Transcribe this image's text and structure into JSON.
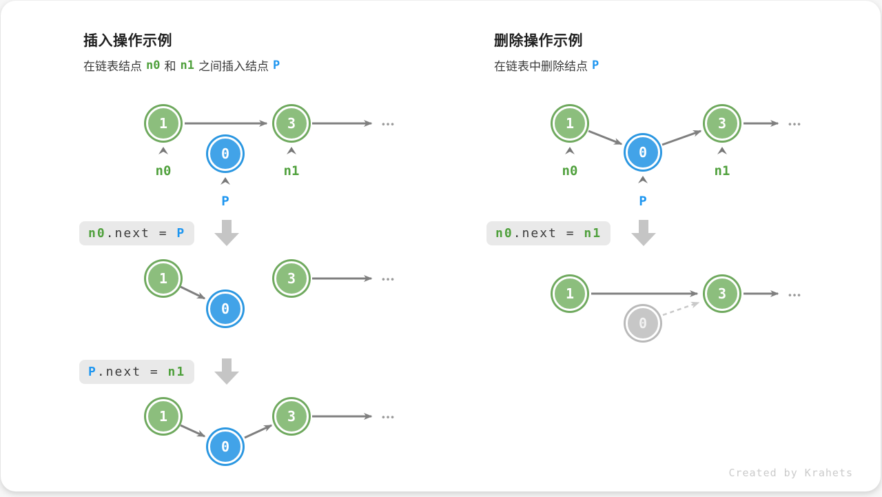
{
  "palette": {
    "green_fill": "#8CBE7D",
    "green_stroke": "#6FA95E",
    "blue_fill": "#42A3E8",
    "blue_stroke": "#2B97E1",
    "gray_fill": "#C7C7C7",
    "gray_stroke": "#B9B9B9",
    "green_text": "#4FA03C",
    "blue_text": "#1E96F0",
    "arrow": "#7F7F7F",
    "arrow_light": "#C9C9C9",
    "code_bg": "#E9E9E9",
    "code_text": "#3A3A3A",
    "title_text": "#1F1F1F",
    "subtitle_text": "#3A3A3A",
    "dots_color": "#9A9A9A",
    "caret_color": "#777777",
    "block_arrow": "#C5C5C5",
    "watermark_color": "#CBCBCB"
  },
  "dots": "•••",
  "watermark": "Created by Krahets",
  "left": {
    "title": "插入操作示例",
    "subtitle": {
      "t1": "在链表结点",
      "n0": "n0",
      "t2": "和",
      "n1": "n1",
      "t3": "之间插入结点",
      "p": "P"
    },
    "labels": {
      "n0": "n0",
      "n1": "n1",
      "p": "P"
    },
    "code1": {
      "a": "n0",
      "b": ".next = ",
      "c": "P"
    },
    "code2": {
      "a": "P",
      "b": ".next = ",
      "c": "n1"
    },
    "d1": {
      "v1": "1",
      "v2": "0",
      "v3": "3"
    },
    "d2": {
      "v1": "1",
      "v2": "0",
      "v3": "3"
    },
    "d3": {
      "v1": "1",
      "v2": "0",
      "v3": "3"
    }
  },
  "right": {
    "title": "删除操作示例",
    "subtitle": {
      "t1": "在链表中删除结点",
      "p": "P"
    },
    "labels": {
      "n0": "n0",
      "n1": "n1",
      "p": "P"
    },
    "code1": {
      "a": "n0",
      "b": ".next = ",
      "c": "n1"
    },
    "d1": {
      "v1": "1",
      "v2": "0",
      "v3": "3"
    },
    "d2": {
      "v1": "1",
      "v2": "0",
      "v3": "3"
    }
  }
}
